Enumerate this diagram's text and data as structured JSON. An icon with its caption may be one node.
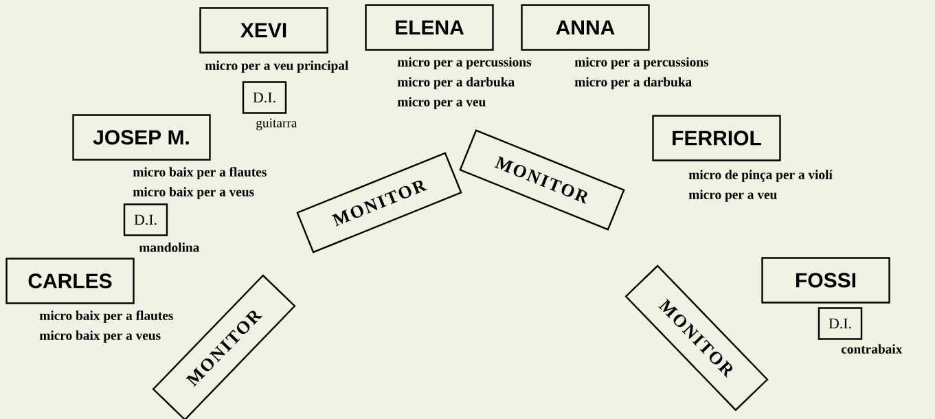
{
  "diagram": {
    "nodes": [
      {
        "text": [
          "XEVI"
        ],
        "beside": [
          "micro per a veu principal"
        ]
      },
      {
        "text": [
          "ELENA"
        ],
        "beside": [
          "micro per a percussions",
          "micro per a darbuka",
          "micro per a veu"
        ]
      },
      {
        "text": [
          "ANNA"
        ],
        "beside": [
          "micro per a percussions",
          "micro per a darbuka"
        ]
      },
      {
        "text": [
          "D.I."
        ],
        "beside": [
          "guitarra"
        ]
      },
      {
        "text": [
          "JOSEP M."
        ],
        "beside": [
          "micro baix per a flautes",
          "micro baix per a veus"
        ]
      },
      {
        "text": [
          "FERRIOL"
        ],
        "beside": [
          "micro de pinça per a violí",
          "micro per a veu"
        ]
      },
      {
        "text": [
          "MONITOR"
        ]
      },
      {
        "text": [
          "MONITOR"
        ]
      },
      {
        "text": [
          "D.I."
        ],
        "beside": [
          "mandolina"
        ]
      },
      {
        "text": [
          "CARLES"
        ],
        "beside": [
          "micro baix per a flautes",
          "micro baix per a veus"
        ]
      },
      {
        "text": [
          "MONITOR"
        ]
      },
      {
        "text": [
          "MONITOR"
        ]
      },
      {
        "text": [
          "FOSSI"
        ]
      },
      {
        "text": [
          "D.I."
        ],
        "beside": [
          "contrabaix"
        ]
      }
    ]
  }
}
